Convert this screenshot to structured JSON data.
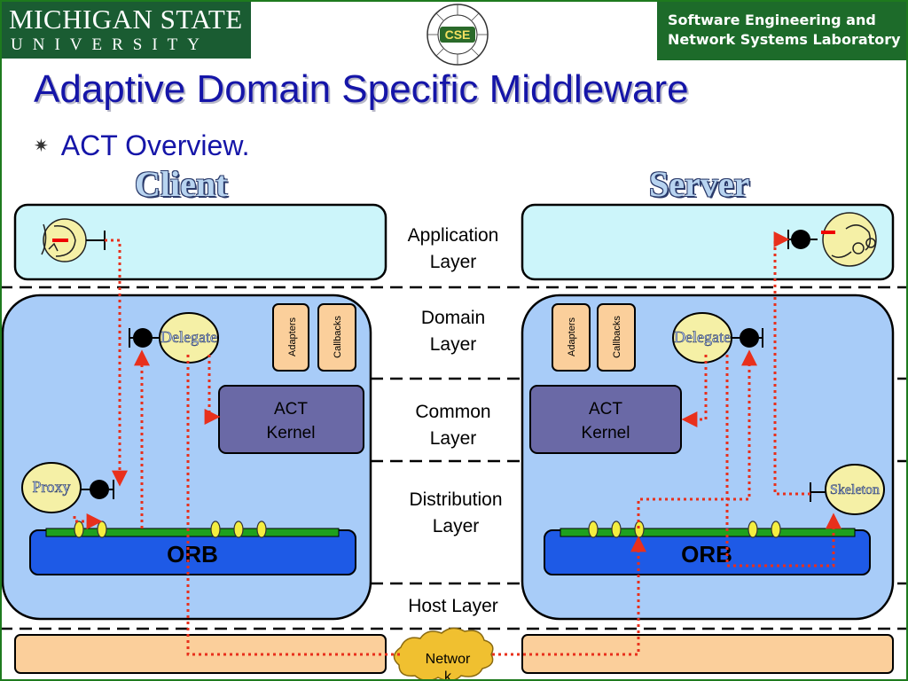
{
  "header": {
    "msu_line1": "MICHIGAN STATE",
    "msu_line2": "UNIVERSITY",
    "seal_text": "CSE",
    "lab_line1": "Software Engineering and",
    "lab_line2": "Network Systems Laboratory"
  },
  "slide": {
    "title": "Adaptive Domain Specific Middleware",
    "bullet": "ACT Overview."
  },
  "columns": {
    "client": "Client",
    "server": "Server"
  },
  "layers": {
    "application": [
      "Application",
      "Layer"
    ],
    "domain": [
      "Domain",
      "Layer"
    ],
    "common": [
      "Common",
      "Layer"
    ],
    "distribution": [
      "Distribution",
      "Layer"
    ],
    "host": "Host Layer"
  },
  "components": {
    "delegate": "Delegate",
    "adapters": "Adapters",
    "callbacks": "Callbacks",
    "act_kernel": [
      "ACT",
      "Kernel"
    ],
    "proxy": "Proxy",
    "skeleton": "Skeleton",
    "orb": "ORB",
    "network": [
      "Networ",
      "k"
    ]
  },
  "colors": {
    "title_blue": "#1515a8",
    "panel_light": "#ccf5fa",
    "panel_blue": "#a8ccf8",
    "kernel": "#6a69a6",
    "orb": "#1e5ae6",
    "host": "#fbcf9b",
    "flow_red": "#e8301c",
    "msu_green": "#1a5c32"
  }
}
